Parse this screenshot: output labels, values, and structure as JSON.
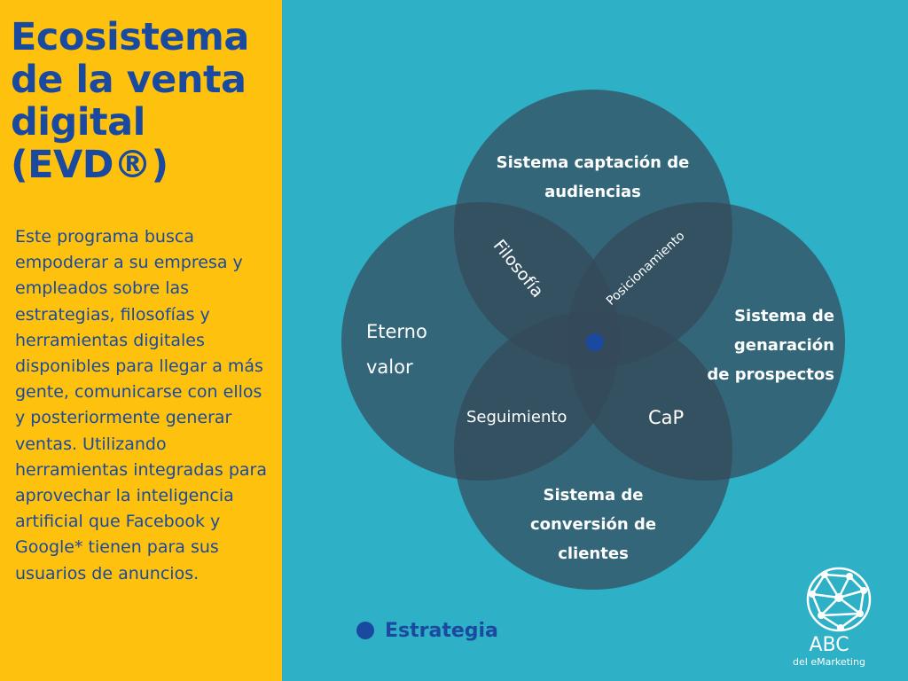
{
  "title": "Ecosistema de la venta digital (EVD®)",
  "description": "Este programa busca empoderar a su empresa y empleados sobre las estrategias, filosofías y herramientas digitales disponibles para llegar a más gente, comunicarse con ellos y posteriormente generar ventas. Utilizando herramientas integradas para aprovechar la inteligencia artificial que Facebook y Google* tienen para sus usuarios de anuncios.",
  "diagram": {
    "circles": [
      {
        "label": "Sistema captación de audiencias"
      },
      {
        "label": "Eterno valor"
      },
      {
        "label": "Sistema de genaración de prospectos"
      },
      {
        "label": "Sistema de conversión de clientes"
      }
    ],
    "intersections": {
      "top_left": "Filosofía",
      "top_right": "Posicionamiento",
      "bottom_left": "Seguimiento",
      "bottom_right": "CaP"
    }
  },
  "legend": {
    "label": "Estrategia",
    "color": "#1a4aa0"
  },
  "logo": {
    "name": "ABC",
    "subtitle": "del eMarketing",
    "icon": "network-globe-icon"
  },
  "colors": {
    "background": "#2eb0c6",
    "panel": "#fdc10e",
    "text_primary": "#1a4aa0",
    "circle_fill": "#344a5a"
  }
}
